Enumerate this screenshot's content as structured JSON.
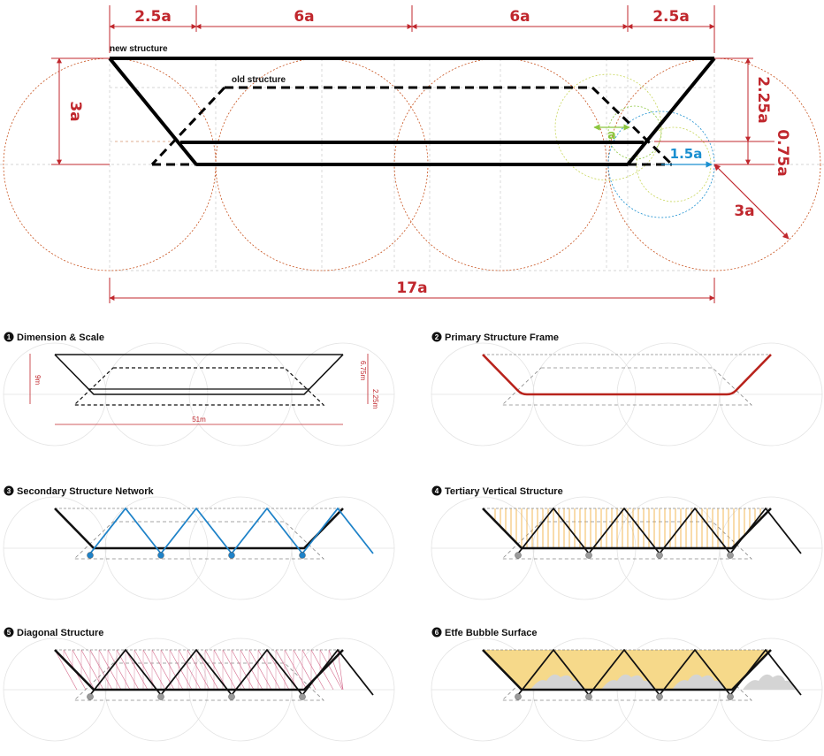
{
  "main": {
    "top_dims": [
      "2.5a",
      "6a",
      "6a",
      "2.5a"
    ],
    "total_width": "17a",
    "height_left": "3a",
    "height_right_top": "2.25a",
    "height_right_bottom": "0.75a",
    "radius_label": "3a",
    "small_radius_label": "1.5a",
    "unit_label": "a",
    "label_new": "new structure",
    "label_old": "old structure"
  },
  "panels": [
    {
      "number": "1",
      "title": "Dimension & Scale"
    },
    {
      "number": "2",
      "title": "Primary Structure Frame"
    },
    {
      "number": "3",
      "title": "Secondary Structure Network"
    },
    {
      "number": "4",
      "title": "Tertiary Vertical Structure"
    },
    {
      "number": "5",
      "title": "Diagonal Structure"
    },
    {
      "number": "6",
      "title": "Etfe Bubble Surface"
    }
  ],
  "scale": {
    "height": "9m",
    "width": "51m",
    "right_top": "6.75m",
    "right_bottom": "2.25m"
  },
  "colors": {
    "dim_red": "#c0272d",
    "guide_orange": "#c8531f",
    "accent_blue": "#1a8fd0",
    "accent_green": "#8cc63f",
    "frame_red": "#b8231c",
    "network_blue": "#1e82c8",
    "vertical_orange": "#f0a830",
    "diagonal_pink": "#d46a8c",
    "etfe_yellow": "#f6d98a"
  }
}
